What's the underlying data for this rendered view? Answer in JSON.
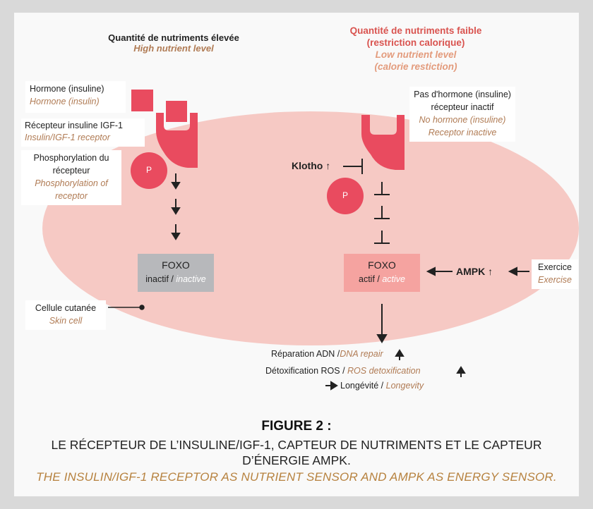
{
  "left": {
    "title_fr": "Quantité de nutriments élevée",
    "title_en": "High nutrient level",
    "hormone_fr": "Hormone (insuline)",
    "hormone_en": "Hormone (insulin)",
    "receptor_fr": "Récepteur insuline IGF-1",
    "receptor_en": "Insulin/IGF-1 receptor",
    "phos_fr_1": "Phosphorylation du",
    "phos_fr_2": "récepteur",
    "phos_en_1": "Phosphorylation of",
    "phos_en_2": "receptor",
    "p_label": "P",
    "foxo_title": "FOXO",
    "foxo_state_fr": "inactif / ",
    "foxo_state_en": "inactive",
    "cell_fr": "Cellule cutanée",
    "cell_en": "Skin cell"
  },
  "right": {
    "title_fr_1": "Quantité de nutriments faible",
    "title_fr_2": "(restriction calorique)",
    "title_en_1": "Low nutrient level",
    "title_en_2": "(calorie restiction)",
    "nohormone_fr_1": "Pas d'hormone (insuline)",
    "nohormone_fr_2": "récepteur inactif",
    "nohormone_en_1": "No hormone (insuline)",
    "nohormone_en_2": "Receptor inactive",
    "klotho": "Klotho",
    "p_label": "P",
    "foxo_title": "FOXO",
    "foxo_state_fr": "actif / ",
    "foxo_state_en": "active",
    "ampk": "AMPK",
    "exercise_fr": "Exercice",
    "exercise_en": "Exercise",
    "out1_fr": "Réparation ADN /",
    "out1_en": "DNA repair",
    "out2_fr": "Détoxification ROS / ",
    "out2_en": "ROS detoxification",
    "out3_fr": "Longévité / ",
    "out3_en": "Longevity"
  },
  "caption": {
    "figure": "FIGURE 2 :",
    "line1": "LE RÉCEPTEUR DE L’INSULINE/IGF-1, CAPTEUR DE NUTRIMENTS ET LE CAPTEUR",
    "line2": "D’ÉNERGIE AMPK.",
    "english": "THE INSULIN/IGF-1 RECEPTOR AS NUTRIENT SENSOR AND AMPK AS ENERGY SENSOR."
  },
  "colors": {
    "cell": "#f6c9c4",
    "receptor": "#e94b5f",
    "foxo_inactive": "#b7b8bb",
    "foxo_active": "#f5a3a0",
    "english_text": "#b07b54",
    "caption_en": "#b7823f",
    "title_right": "#d9534f"
  }
}
